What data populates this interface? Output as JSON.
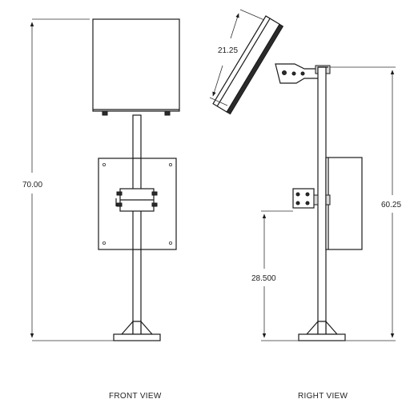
{
  "dimensions": {
    "overall_height": "70.00",
    "panel_width": "21.25",
    "pole_height": "60.25",
    "bracket_height": "28.500"
  },
  "labels": {
    "front_view": "FRONT VIEW",
    "right_view": "RIGHT VIEW"
  }
}
